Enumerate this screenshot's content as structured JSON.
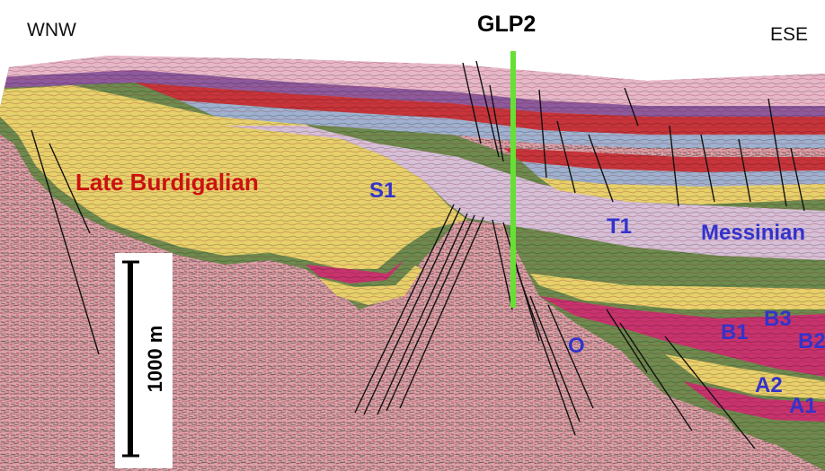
{
  "figure": {
    "orientation_left": "WNW",
    "orientation_right": "ESE",
    "well_label": "GLP2",
    "scale_label": "1000 m"
  },
  "units": [
    {
      "id": "late-burdigalian",
      "text": "Late Burdigalian",
      "color": "#cc1111"
    },
    {
      "id": "s1",
      "text": "S1",
      "color": "#3333cc"
    },
    {
      "id": "t1",
      "text": "T1",
      "color": "#3333cc"
    },
    {
      "id": "messinian",
      "text": "Messinian",
      "color": "#3333cc"
    },
    {
      "id": "o",
      "text": "O",
      "color": "#3333cc"
    },
    {
      "id": "b1",
      "text": "B1",
      "color": "#3333cc"
    },
    {
      "id": "b3",
      "text": "B3",
      "color": "#3333cc"
    },
    {
      "id": "b2",
      "text": "B2",
      "color": "#3333cc"
    },
    {
      "id": "a2",
      "text": "A2",
      "color": "#3333cc"
    },
    {
      "id": "a1",
      "text": "A1",
      "color": "#3333cc"
    }
  ],
  "colors": {
    "basement": "#d9a3a9",
    "yellow": "#e8d06a",
    "olive": "#6e8a4e",
    "magenta": "#c8336e",
    "pink": "#e7b7c8",
    "purple": "#8e5a9c",
    "red": "#c7343a",
    "lightblue": "#9fb1cf",
    "lavender": "#d7bfd7",
    "well": "#66e033",
    "fault": "#111111"
  }
}
